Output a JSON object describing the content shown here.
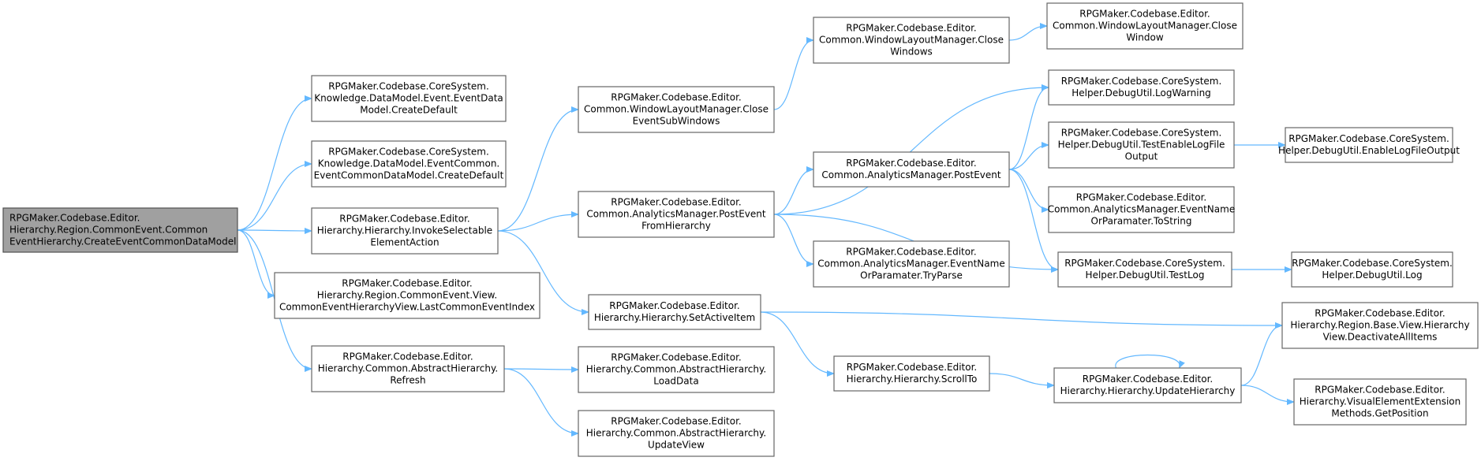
{
  "diagram": {
    "type": "call-graph",
    "colors": {
      "edge": "#63b8ff",
      "node_border": "#666666",
      "root_fill": "#a0a0a0",
      "node_fill": "#ffffff"
    },
    "nodes": [
      {
        "id": "n0",
        "root": true,
        "lines": [
          "RPGMaker.Codebase.Editor.",
          "Hierarchy.Region.CommonEvent.Common",
          "EventHierarchy.CreateEventCommonDataModel"
        ]
      },
      {
        "id": "n1",
        "lines": [
          "RPGMaker.Codebase.CoreSystem.",
          "Knowledge.DataModel.Event.EventData",
          "Model.CreateDefault"
        ]
      },
      {
        "id": "n2",
        "lines": [
          "RPGMaker.Codebase.CoreSystem.",
          "Knowledge.DataModel.EventCommon.",
          "EventCommonDataModel.CreateDefault"
        ]
      },
      {
        "id": "n3",
        "lines": [
          "RPGMaker.Codebase.Editor.",
          "Hierarchy.Hierarchy.InvokeSelectable",
          "ElementAction"
        ]
      },
      {
        "id": "n4",
        "lines": [
          "RPGMaker.Codebase.Editor.",
          "Hierarchy.Region.CommonEvent.View.",
          "CommonEventHierarchyView.LastCommonEventIndex"
        ]
      },
      {
        "id": "n5",
        "lines": [
          "RPGMaker.Codebase.Editor.",
          "Hierarchy.Common.AbstractHierarchy.",
          "Refresh"
        ]
      },
      {
        "id": "n6",
        "lines": [
          "RPGMaker.Codebase.Editor.",
          "Common.WindowLayoutManager.Close",
          "EventSubWindows"
        ]
      },
      {
        "id": "n7",
        "lines": [
          "RPGMaker.Codebase.Editor.",
          "Common.AnalyticsManager.PostEvent",
          "FromHierarchy"
        ]
      },
      {
        "id": "n8",
        "lines": [
          "RPGMaker.Codebase.Editor.",
          "Hierarchy.Hierarchy.SetActiveItem"
        ]
      },
      {
        "id": "n9",
        "lines": [
          "RPGMaker.Codebase.Editor.",
          "Hierarchy.Common.AbstractHierarchy.",
          "LoadData"
        ]
      },
      {
        "id": "n10",
        "lines": [
          "RPGMaker.Codebase.Editor.",
          "Hierarchy.Common.AbstractHierarchy.",
          "UpdateView"
        ]
      },
      {
        "id": "n11",
        "lines": [
          "RPGMaker.Codebase.Editor.",
          "Common.WindowLayoutManager.Close",
          "Windows"
        ]
      },
      {
        "id": "n12",
        "lines": [
          "RPGMaker.Codebase.Editor.",
          "Common.AnalyticsManager.PostEvent"
        ]
      },
      {
        "id": "n13",
        "lines": [
          "RPGMaker.Codebase.Editor.",
          "Common.AnalyticsManager.EventName",
          "OrParamater.TryParse"
        ]
      },
      {
        "id": "n14",
        "lines": [
          "RPGMaker.Codebase.Editor.",
          "Hierarchy.Hierarchy.ScrollTo"
        ]
      },
      {
        "id": "n15",
        "lines": [
          "RPGMaker.Codebase.Editor.",
          "Common.WindowLayoutManager.Close",
          "Window"
        ]
      },
      {
        "id": "n16",
        "lines": [
          "RPGMaker.Codebase.CoreSystem.",
          "Helper.DebugUtil.LogWarning"
        ]
      },
      {
        "id": "n17",
        "lines": [
          "RPGMaker.Codebase.CoreSystem.",
          "Helper.DebugUtil.TestEnableLogFile",
          "Output"
        ]
      },
      {
        "id": "n18",
        "lines": [
          "RPGMaker.Codebase.Editor.",
          "Common.AnalyticsManager.EventName",
          "OrParamater.ToString"
        ]
      },
      {
        "id": "n19",
        "lines": [
          "RPGMaker.Codebase.CoreSystem.",
          "Helper.DebugUtil.TestLog"
        ]
      },
      {
        "id": "n20",
        "lines": [
          "RPGMaker.Codebase.Editor.",
          "Hierarchy.Hierarchy.UpdateHierarchy"
        ]
      },
      {
        "id": "n21",
        "lines": [
          "RPGMaker.Codebase.CoreSystem.",
          "Helper.DebugUtil.EnableLogFileOutput"
        ]
      },
      {
        "id": "n22",
        "lines": [
          "RPGMaker.Codebase.CoreSystem.",
          "Helper.DebugUtil.Log"
        ]
      },
      {
        "id": "n23",
        "lines": [
          "RPGMaker.Codebase.Editor.",
          "Hierarchy.Region.Base.View.Hierarchy",
          "View.DeactivateAllItems"
        ]
      },
      {
        "id": "n24",
        "lines": [
          "RPGMaker.Codebase.Editor.",
          "Hierarchy.VisualElementExtension",
          "Methods.GetPosition"
        ]
      }
    ],
    "edges": [
      [
        "n0",
        "n1"
      ],
      [
        "n0",
        "n2"
      ],
      [
        "n0",
        "n3"
      ],
      [
        "n0",
        "n4"
      ],
      [
        "n0",
        "n5"
      ],
      [
        "n3",
        "n6"
      ],
      [
        "n3",
        "n7"
      ],
      [
        "n3",
        "n8"
      ],
      [
        "n5",
        "n9"
      ],
      [
        "n5",
        "n10"
      ],
      [
        "n6",
        "n11"
      ],
      [
        "n11",
        "n15"
      ],
      [
        "n7",
        "n16"
      ],
      [
        "n7",
        "n12"
      ],
      [
        "n7",
        "n13"
      ],
      [
        "n7",
        "n19"
      ],
      [
        "n12",
        "n16"
      ],
      [
        "n12",
        "n17"
      ],
      [
        "n12",
        "n18"
      ],
      [
        "n12",
        "n19"
      ],
      [
        "n17",
        "n21"
      ],
      [
        "n19",
        "n22"
      ],
      [
        "n8",
        "n23"
      ],
      [
        "n8",
        "n14"
      ],
      [
        "n14",
        "n20"
      ],
      [
        "n20",
        "n20"
      ],
      [
        "n20",
        "n23"
      ],
      [
        "n20",
        "n24"
      ]
    ]
  }
}
